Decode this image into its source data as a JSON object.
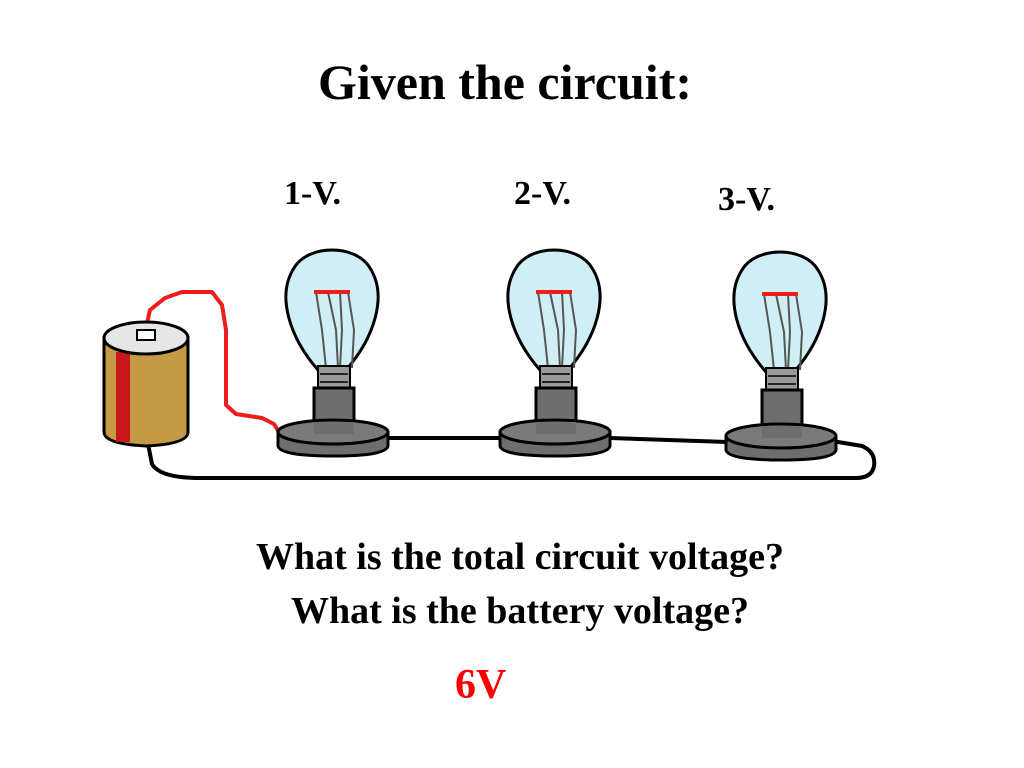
{
  "slide": {
    "title": "Given the circuit:",
    "bulbs": [
      {
        "label": "1-V."
      },
      {
        "label": "2-V."
      },
      {
        "label": "3-V."
      }
    ],
    "questions": [
      "What is the total circuit voltage?",
      "What is the battery voltage?"
    ],
    "answer": "6V"
  },
  "colors": {
    "wire": "#000000",
    "battery_wire": "#ee1c1c",
    "battery_body": "#c49a45",
    "battery_stripe": "#c8171b",
    "bulb_glass": "#cfeef5",
    "bulb_base": "#6e6e6e",
    "answer": "#ff0000"
  }
}
